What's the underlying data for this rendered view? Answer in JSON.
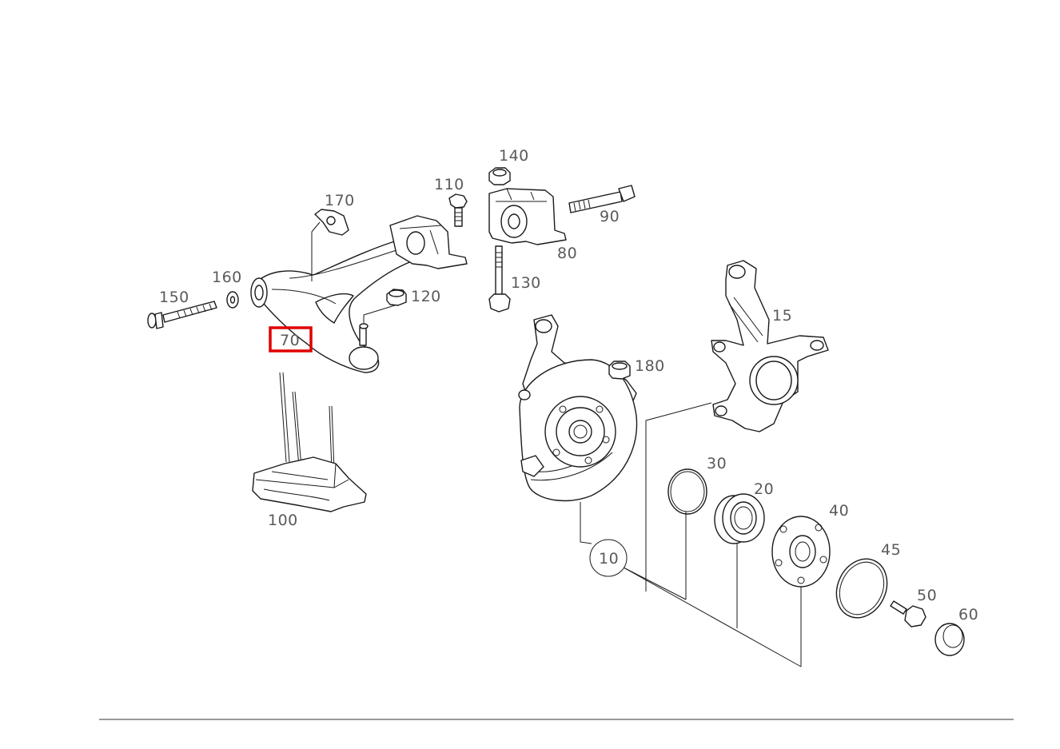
{
  "parts": [
    {
      "id": "p140",
      "label": "140"
    },
    {
      "id": "p110",
      "label": "110"
    },
    {
      "id": "p170",
      "label": "170"
    },
    {
      "id": "p90",
      "label": "90"
    },
    {
      "id": "p80",
      "label": "80"
    },
    {
      "id": "p160",
      "label": "160"
    },
    {
      "id": "p150",
      "label": "150"
    },
    {
      "id": "p130",
      "label": "130"
    },
    {
      "id": "p120",
      "label": "120"
    },
    {
      "id": "p70",
      "label": "70"
    },
    {
      "id": "p15",
      "label": "15"
    },
    {
      "id": "p180",
      "label": "180"
    },
    {
      "id": "p30",
      "label": "30"
    },
    {
      "id": "p20",
      "label": "20"
    },
    {
      "id": "p40",
      "label": "40"
    },
    {
      "id": "p45",
      "label": "45"
    },
    {
      "id": "p50",
      "label": "50"
    },
    {
      "id": "p60",
      "label": "60"
    },
    {
      "id": "p10",
      "label": "10"
    },
    {
      "id": "p100",
      "label": "100"
    }
  ],
  "highlighted_part": "70",
  "colors": {
    "highlight": "#e10000",
    "label": "#5a5a5a",
    "line": "#1a1a1a"
  }
}
